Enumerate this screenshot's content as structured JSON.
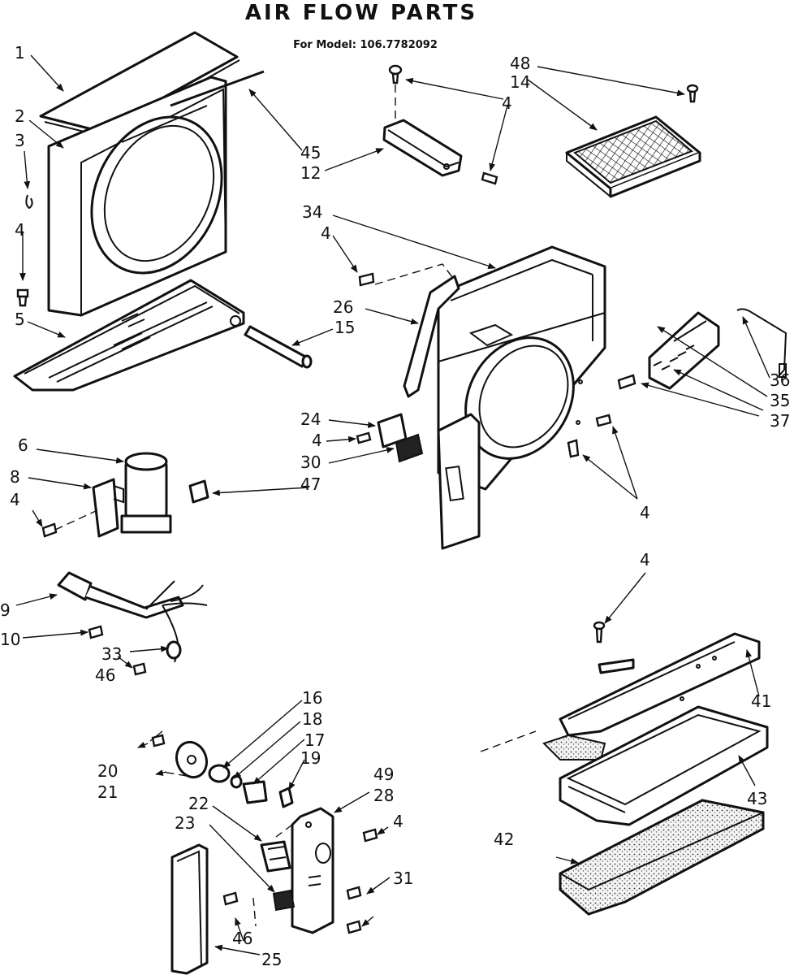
{
  "title": "AIR FLOW PARTS",
  "model_line": "For Model:  106.7782092",
  "callouts": {
    "c1": "1",
    "c2": "2",
    "c3": "3",
    "c4_left": "4",
    "c5": "5",
    "c45": "45",
    "c12": "12",
    "c4_bracket": "4",
    "c48": "48",
    "c14": "14",
    "c34": "34",
    "c4_shroud": "4",
    "c26": "26",
    "c15": "15",
    "c36": "36",
    "c35": "35",
    "c37": "37",
    "c24": "24",
    "c4_mid": "4",
    "c30": "30",
    "c47": "47",
    "c4_shroud_bottom": "4",
    "c6": "6",
    "c8": "8",
    "c4_cap": "4",
    "c9": "9",
    "c10": "10",
    "c33": "33",
    "c46_wire": "46",
    "c4_tray": "4",
    "c41": "41",
    "c43": "43",
    "c42": "42",
    "c16": "16",
    "c18": "18",
    "c17": "17",
    "c19": "19",
    "c20": "20",
    "c21": "21",
    "c49": "49",
    "c28": "28",
    "c4_plate": "4",
    "c22": "22",
    "c23": "23",
    "c31": "31",
    "c46_bottom": "46",
    "c25": "25"
  }
}
